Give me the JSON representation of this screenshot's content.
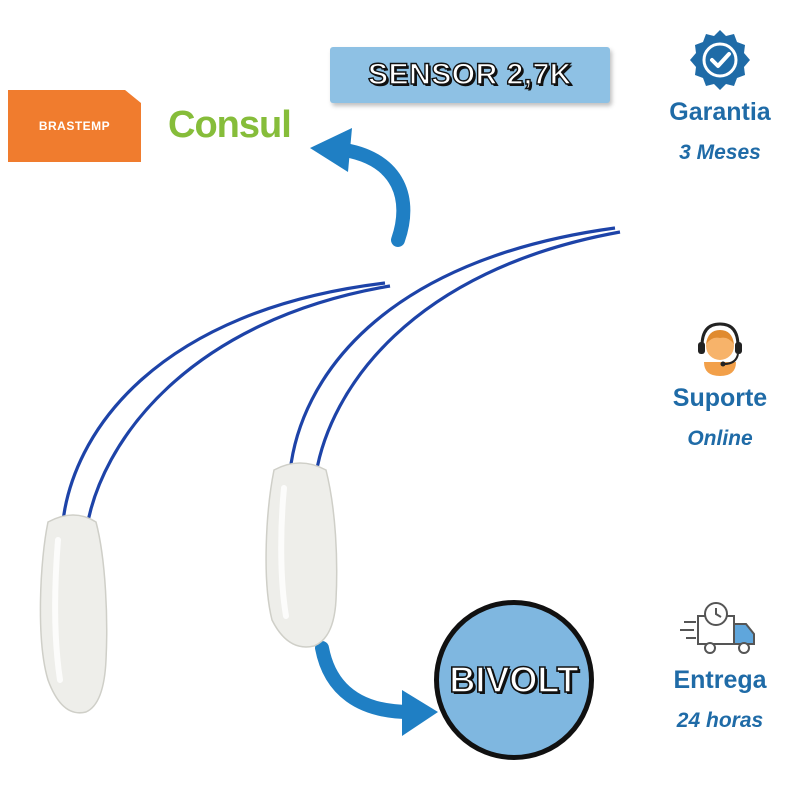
{
  "brands": {
    "brastemp": "BRASTEMP",
    "consul": "Consul"
  },
  "product": {
    "sensor_label": "SENSOR 2,7K",
    "bivolt_label": "BIVOLT"
  },
  "features": [
    {
      "icon": "check-badge-icon",
      "title": "Garantia",
      "subtitle": "3 Meses"
    },
    {
      "icon": "support-headset-icon",
      "title": "Suporte",
      "subtitle": "Online"
    },
    {
      "icon": "delivery-truck-icon",
      "title": "Entrega",
      "subtitle": "24 horas"
    }
  ],
  "colors": {
    "brand_blue": "#1f6ba7",
    "arrow_blue": "#1f7fc4",
    "wire_blue": "#1d43a8",
    "brastemp_orange": "#f07c2e",
    "consul_green": "#86bd3a",
    "banner_blue": "#8ec1e4"
  }
}
